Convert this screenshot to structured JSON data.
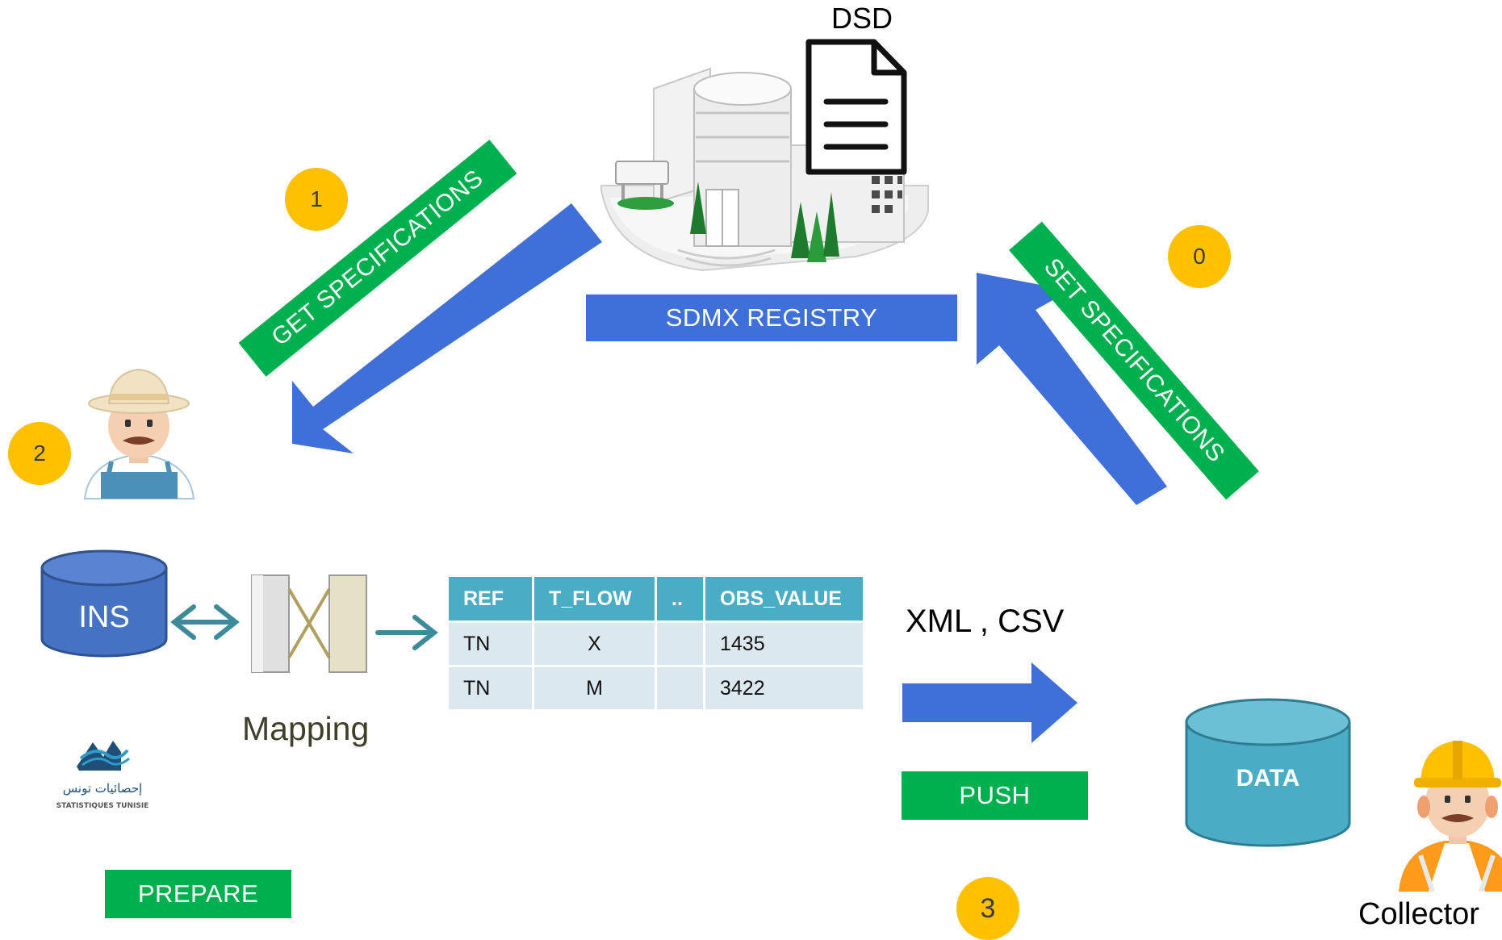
{
  "registry": {
    "label": "SDMX REGISTRY",
    "document_label": "DSD",
    "building_icon": "building-icon",
    "document_icon": "document-icon"
  },
  "steps": {
    "get": {
      "number": "1",
      "label": "GET SPECIFICATIONS"
    },
    "set": {
      "number": "0",
      "label": "SET SPECIFICATIONS"
    },
    "prepare": {
      "number": "2",
      "label": "PREPARE"
    },
    "push": {
      "number": "3",
      "label": "PUSH"
    }
  },
  "source": {
    "db_label": "INS",
    "mapping_label": "Mapping",
    "logo_text_ar": "إحصائيات تونس",
    "logo_text_fr": "STATISTIQUES TUNISIE"
  },
  "table": {
    "headers": [
      "REF",
      "T_FLOW",
      "..",
      "OBS_VALUE"
    ],
    "rows": [
      [
        "TN",
        "X",
        "",
        "1435"
      ],
      [
        "TN",
        "M",
        "",
        "3422"
      ]
    ]
  },
  "formats_label": "XML , CSV",
  "target": {
    "db_label": "DATA",
    "collector_label": "Collector"
  },
  "colors": {
    "blue_arrow": "#3f6fd8",
    "green_banner": "#00b04f",
    "badge": "#ffc000",
    "ins_db": "#4672c4",
    "data_db": "#4bacc6",
    "table_header": "#4bacc6",
    "table_cell": "#dbe8ef",
    "teal_arrow": "#3c8a9a"
  }
}
